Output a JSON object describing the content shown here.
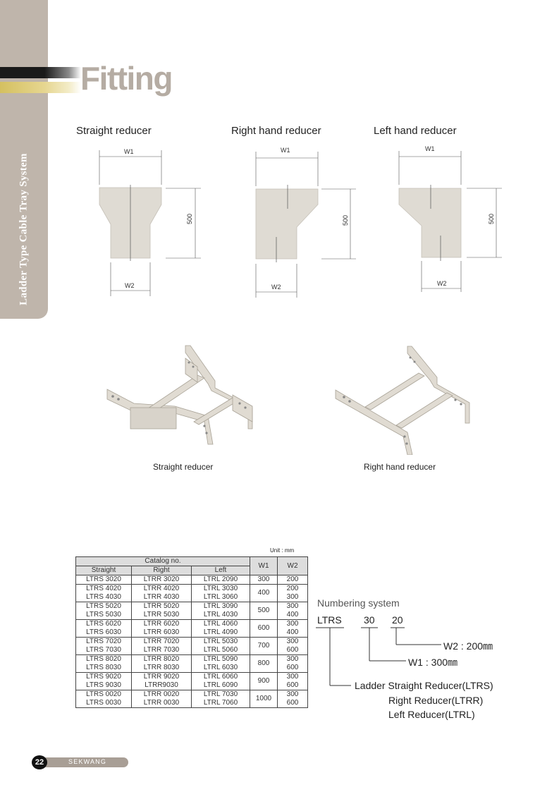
{
  "sidebar": {
    "label": "Ladder Type Cable Tray System"
  },
  "header": {
    "title": "Fitting"
  },
  "diagrams": [
    {
      "label": "Straight reducer",
      "w1": "W1",
      "w2": "W2",
      "length": "500"
    },
    {
      "label": "Right hand reducer",
      "w1": "W1",
      "w2": "W2",
      "length": "500"
    },
    {
      "label": "Left hand reducer",
      "w1": "W1",
      "w2": "W2",
      "length": "500"
    }
  ],
  "photos": [
    {
      "caption": "Straight reducer"
    },
    {
      "caption": "Right hand reducer"
    }
  ],
  "catalog": {
    "unit": "Unit : mm",
    "header_group": "Catalog no.",
    "columns": [
      "Straight",
      "Right",
      "Left",
      "W1",
      "W2"
    ],
    "rows": [
      {
        "straight": "LTRS 3020",
        "right": "LTRR 3020",
        "left": "LTRL 2090",
        "w1": "300",
        "w2": "200"
      },
      {
        "straight": "LTRS 4020",
        "right": "LTRR 4020",
        "left": "LTRL 3030",
        "w1": "400",
        "w2": "200"
      },
      {
        "straight": "LTRS 4030",
        "right": "LTRR 4030",
        "left": "LTRL 3060",
        "w1": "",
        "w2": "300"
      },
      {
        "straight": "LTRS 5020",
        "right": "LTRR 5020",
        "left": "LTRL 3090",
        "w1": "500",
        "w2": "300"
      },
      {
        "straight": "LTRS 5030",
        "right": "LTRR 5030",
        "left": "LTRL 4030",
        "w1": "",
        "w2": "400"
      },
      {
        "straight": "LTRS 6020",
        "right": "LTRR 6020",
        "left": "LTRL 4060",
        "w1": "600",
        "w2": "300"
      },
      {
        "straight": "LTRS 6030",
        "right": "LTRR 6030",
        "left": "LTRL 4090",
        "w1": "",
        "w2": "400"
      },
      {
        "straight": "LTRS 7020",
        "right": "LTRR 7020",
        "left": "LTRL 5030",
        "w1": "700",
        "w2": "300"
      },
      {
        "straight": "LTRS 7030",
        "right": "LTRR 7030",
        "left": "LTRL 5060",
        "w1": "",
        "w2": "600"
      },
      {
        "straight": "LTRS 8020",
        "right": "LTRR 8020",
        "left": "LTRL 5090",
        "w1": "800",
        "w2": "300"
      },
      {
        "straight": "LTRS 8030",
        "right": "LTRR 8030",
        "left": "LTRL 6030",
        "w1": "",
        "w2": "600"
      },
      {
        "straight": "LTRS 9020",
        "right": "LTRR 9020",
        "left": "LTRL 6060",
        "w1": "900",
        "w2": "300"
      },
      {
        "straight": "LTRS 9030",
        "right": "LTRR9030",
        "left": "LTRL 6090",
        "w1": "",
        "w2": "600"
      },
      {
        "straight": "LTRS 0020",
        "right": "LTRR 0020",
        "left": "LTRL 7030",
        "w1": "1000",
        "w2": "300"
      },
      {
        "straight": "LTRS 0030",
        "right": "LTRR 0030",
        "left": "LTRL 7060",
        "w1": "",
        "w2": "600"
      }
    ]
  },
  "numbering": {
    "title": "Numbering system",
    "code": "LTRS",
    "w1_code": "30",
    "w2_code": "20",
    "w2_desc": "W2 : 200㎜",
    "w1_desc": "W1 : 300㎜",
    "type_desc_1": "Ladder Straight Reducer(LTRS)",
    "type_desc_2": "Right Reducer(LTRR)",
    "type_desc_3": "Left Reducer(LTRL)"
  },
  "footer": {
    "page_number": "22",
    "brand": "SEKWANG"
  },
  "colors": {
    "sidebar": "#bfb5ab",
    "title": "#b5aca3",
    "gold_band": "#d4c060",
    "footer": "#a89e95"
  }
}
